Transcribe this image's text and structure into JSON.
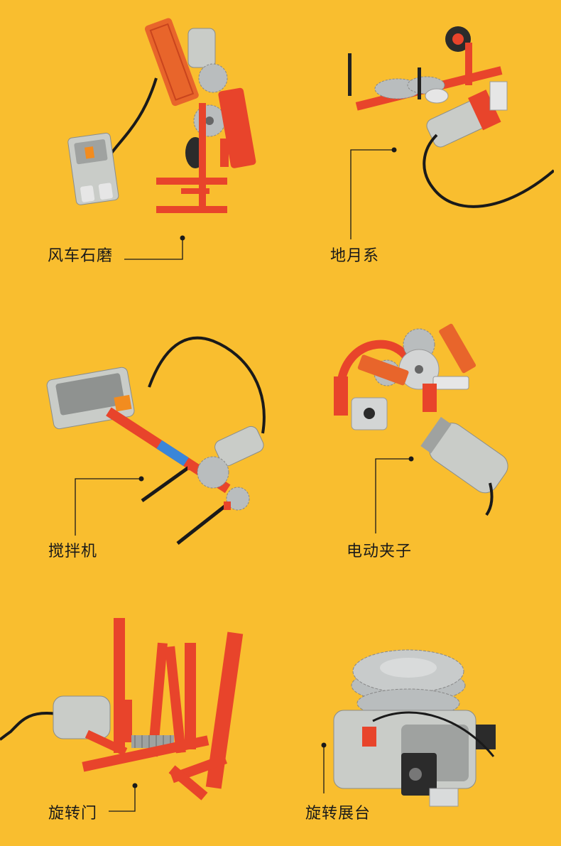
{
  "colors": {
    "background": "#F9BE2F",
    "brick_red": "#E8442B",
    "brick_orange": "#E8652B",
    "motor_grey": "#C9CCC8",
    "gear_grey": "#B9BDBE",
    "cable": "#1a1a1a",
    "brick_blue": "#3A86D8"
  },
  "models": [
    {
      "id": "windmill",
      "label": "风车石磨"
    },
    {
      "id": "earth-moon",
      "label": "地月系"
    },
    {
      "id": "mixer",
      "label": "搅拌机"
    },
    {
      "id": "gripper",
      "label": "电动夹子"
    },
    {
      "id": "rotating-door",
      "label": "旋转门"
    },
    {
      "id": "turntable",
      "label": "旋转展台"
    }
  ]
}
